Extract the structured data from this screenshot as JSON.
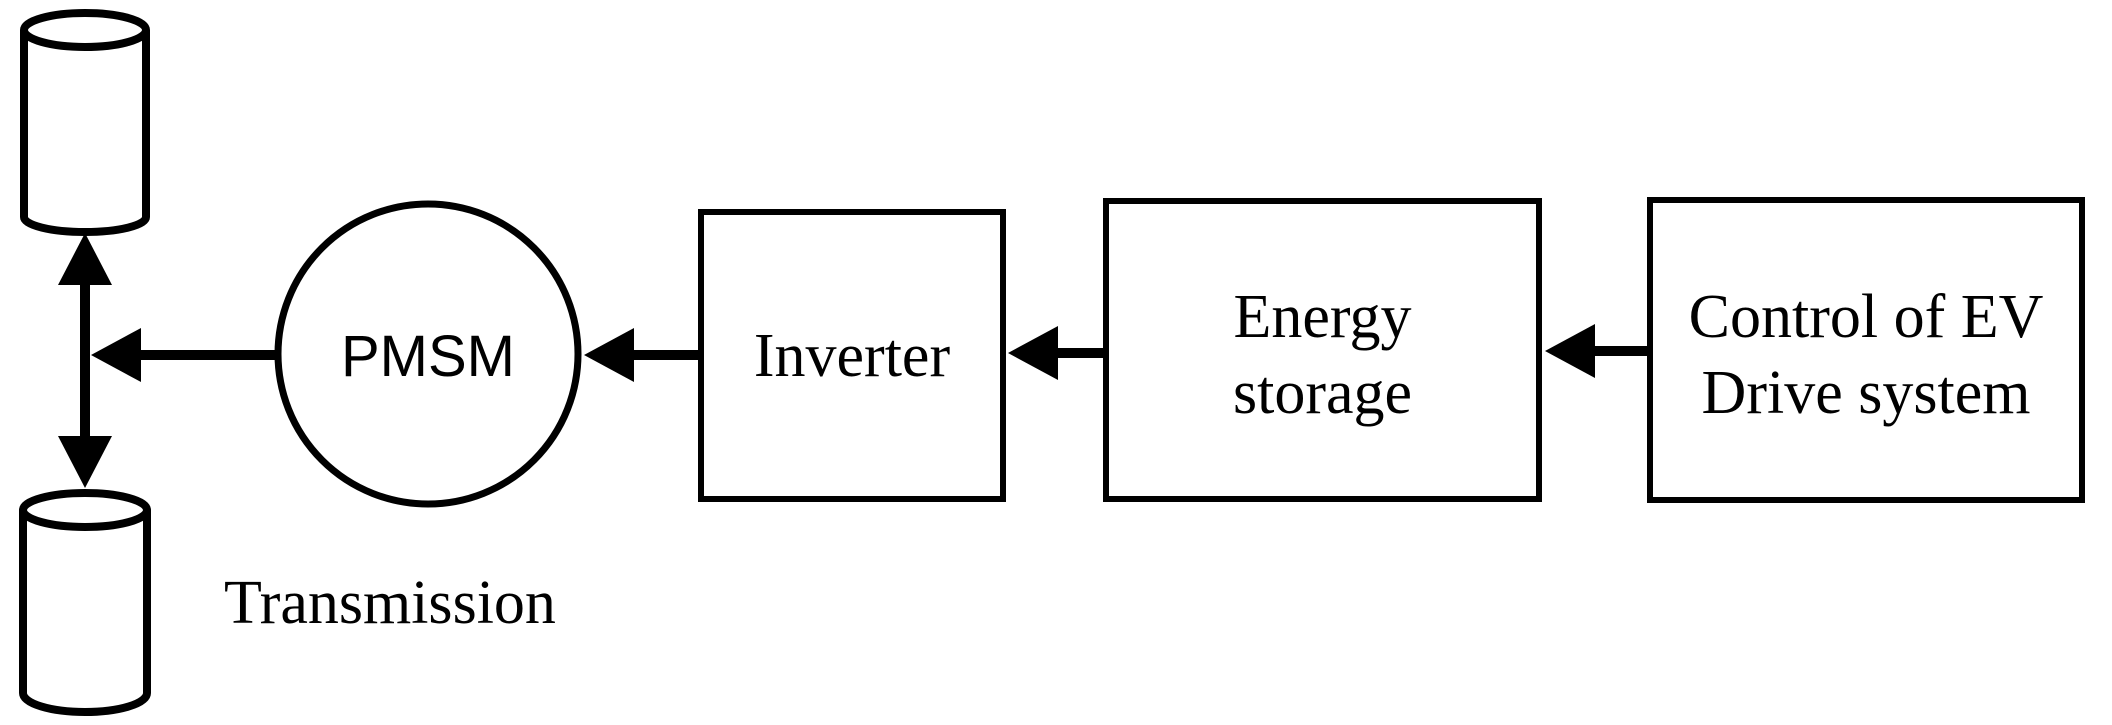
{
  "nodes": {
    "transmission": {
      "label": "Transmission"
    },
    "motor": {
      "label": "PMSM"
    },
    "inverter": {
      "label": "Inverter"
    },
    "energy_storage": {
      "line1": "Energy",
      "line2": "storage"
    },
    "control": {
      "line1": "Control of EV",
      "line2": "Drive system"
    }
  },
  "edges": [
    {
      "from": "control",
      "to": "energy_storage",
      "style": "arrow-left"
    },
    {
      "from": "energy_storage",
      "to": "inverter",
      "style": "arrow-left"
    },
    {
      "from": "inverter",
      "to": "motor",
      "style": "arrow-left"
    },
    {
      "from": "motor",
      "to": "transmission",
      "style": "arrow-left"
    },
    {
      "from": "transmission-shaft",
      "to": "wheels",
      "style": "double-arrow-vertical"
    }
  ],
  "colors": {
    "ink": "#000000",
    "background": "#ffffff"
  }
}
